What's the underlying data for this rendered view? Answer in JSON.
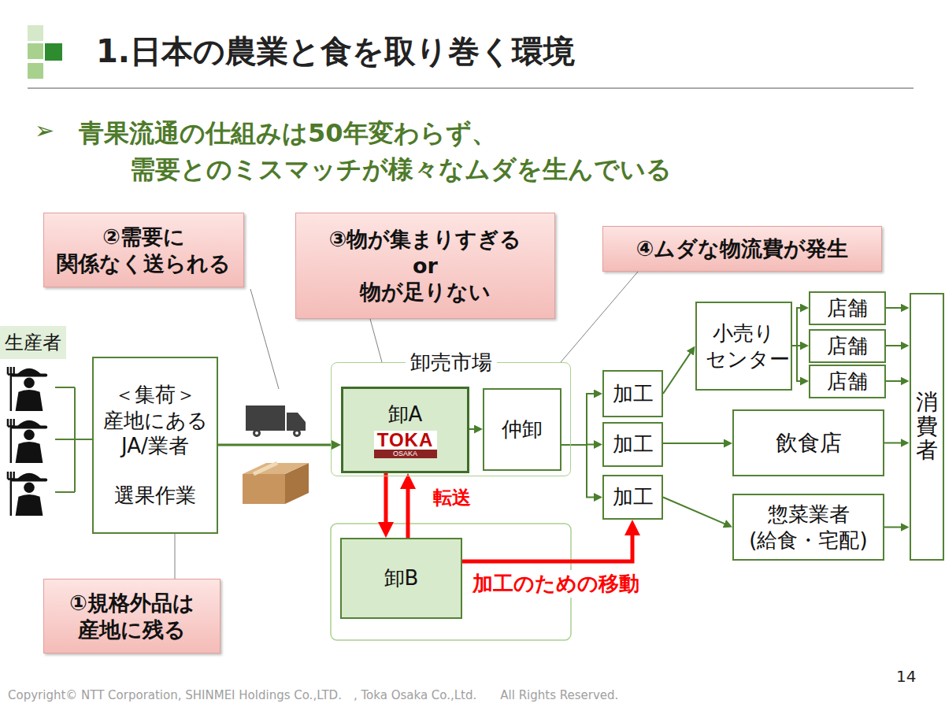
{
  "diagram": {
    "title": "1.日本の農業と食を取り巻く環境",
    "nodes": [
      {
        "text": [
          "②需要に 関係なく送られる"
        ]
      },
      {
        "text": [
          "③物が集まりすぎる or 物が足りない"
        ]
      },
      {
        "text": [
          "④ムダな物流費が発生"
        ]
      },
      {
        "text": [
          "生産者"
        ]
      },
      {
        "text": [
          "＜集荷＞ 産地にある JA/業者",
          "選果作業"
        ]
      },
      {
        "text": [
          "卸売市場"
        ]
      },
      {
        "text": [
          "卸A",
          "TOKA",
          "OSAKA"
        ],
        "in": 5
      },
      {
        "text": [
          "仲卸"
        ],
        "in": 5
      },
      {
        "text": [
          "卸B"
        ]
      },
      {
        "text": [
          "加工"
        ]
      },
      {
        "text": [
          "加工"
        ]
      },
      {
        "text": [
          "加工"
        ]
      },
      {
        "text": [
          "小売り センター"
        ]
      },
      {
        "text": [
          "店舗"
        ]
      },
      {
        "text": [
          "店舗"
        ]
      },
      {
        "text": [
          "店舗"
        ]
      },
      {
        "text": [
          "飲食店"
        ]
      },
      {
        "text": [
          "惣菜業者 (給食・宅配)"
        ]
      },
      {
        "text": [
          "消費者"
        ]
      },
      {
        "text": [
          "①規格外品は 産地に残る"
        ]
      }
    ],
    "edges": [
      {
        "from": 4,
        "to": 6,
        "arrow": "to"
      },
      {
        "from": 6,
        "to": 7,
        "arrow": "to"
      },
      {
        "from": 6,
        "to": 8,
        "arrow": "to"
      },
      {
        "from": 8,
        "to": 6,
        "arrow": "to",
        "label": "転送"
      },
      {
        "from": 8,
        "to": 11,
        "arrow": "to",
        "label": "加工のための移動"
      },
      {
        "from": 7,
        "to": 9,
        "arrow": "to"
      },
      {
        "from": 7,
        "to": 10,
        "arrow": "to"
      },
      {
        "from": 7,
        "to": 11,
        "arrow": "to"
      },
      {
        "from": 9,
        "to": 12,
        "arrow": "to"
      },
      {
        "from": 12,
        "to": 13,
        "arrow": "to"
      },
      {
        "from": 12,
        "to": 14,
        "arrow": "to"
      },
      {
        "from": 12,
        "to": 15,
        "arrow": "to"
      },
      {
        "from": 10,
        "to": 16,
        "arrow": "to"
      },
      {
        "from": 11,
        "to": 17,
        "arrow": "to"
      },
      {
        "from": 13,
        "to": 18,
        "arrow": "to"
      },
      {
        "from": 14,
        "to": 18,
        "arrow": "to"
      },
      {
        "from": 15,
        "to": 18,
        "arrow": "to"
      },
      {
        "from": 16,
        "to": 18,
        "arrow": "to"
      },
      {
        "from": 17,
        "to": 18,
        "arrow": "to"
      },
      {
        "from": 19,
        "to": 4,
        "arrow": "none"
      },
      {
        "from": 1,
        "to": 5,
        "arrow": "none"
      },
      {
        "from": 2,
        "to": 5,
        "arrow": "none"
      }
    ],
    "labels": [
      "➢",
      "青果流通の仕組みは50年変わらず、 需要とのミスマッチが様々なムダを生んでいる",
      "14",
      "Copyright© NTT Corporation, SHINMEI Holdings Co.,LTD.　, Toka Osaka Co.,Ltd.　　All Rights Reserved."
    ]
  }
}
